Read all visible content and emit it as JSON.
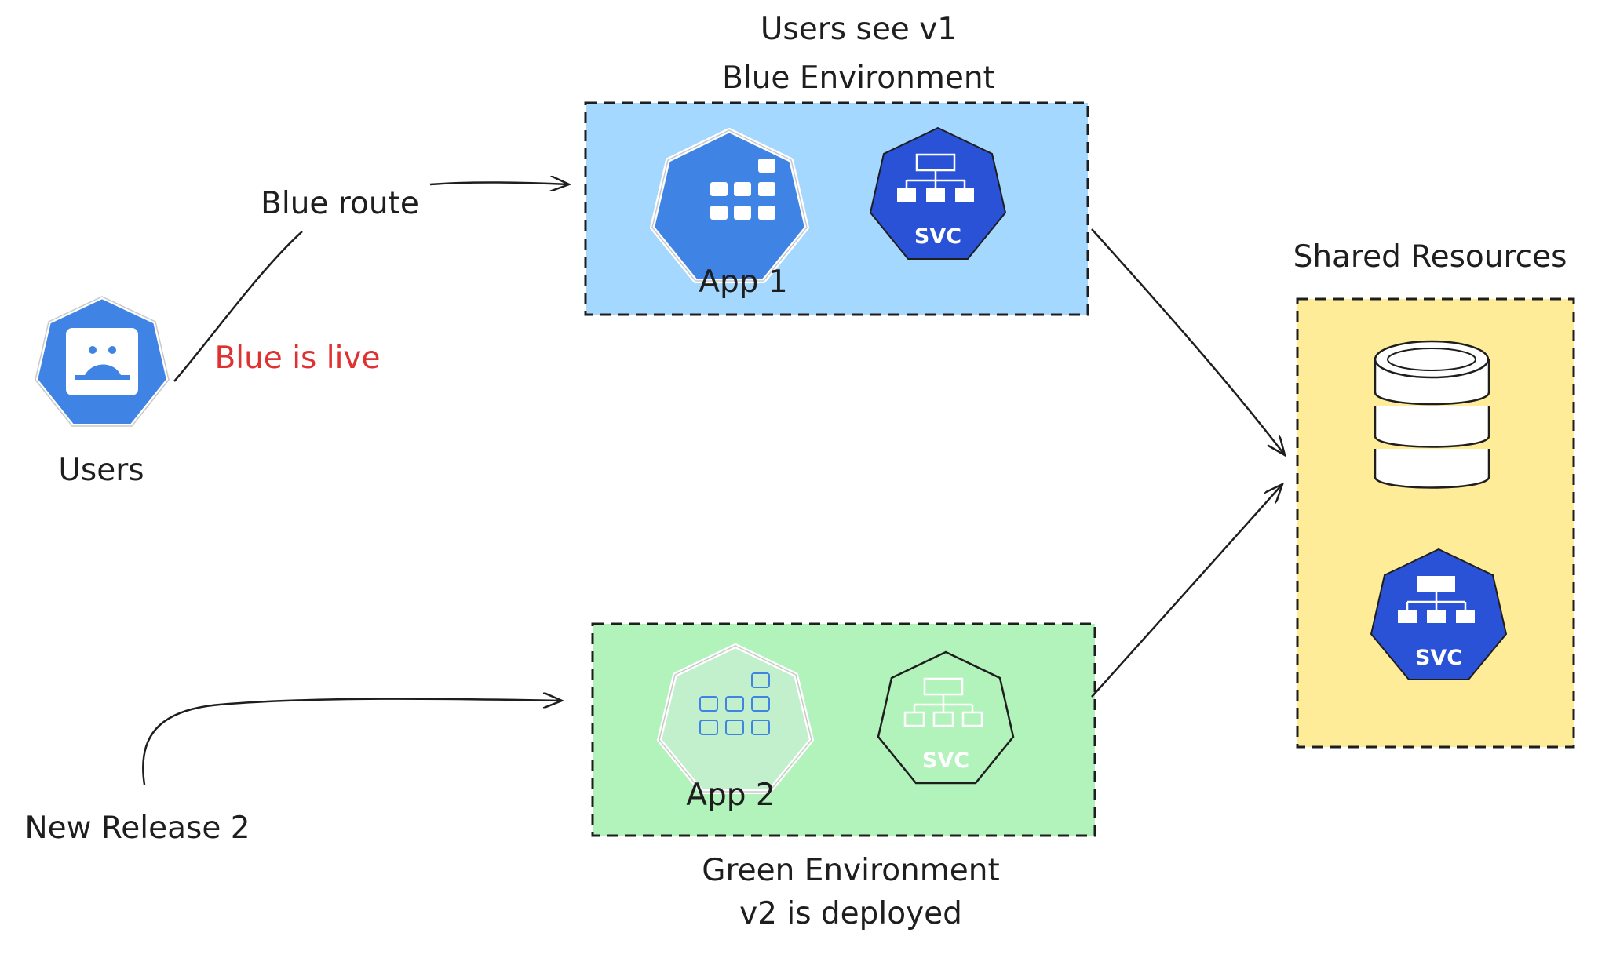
{
  "labels": {
    "users_see": "Users see v1",
    "blue_env": "Blue Environment",
    "blue_route": "Blue route",
    "blue_live": "Blue is live",
    "users": "Users",
    "app1": "App 1",
    "shared": "Shared Resources",
    "app2": "App 2",
    "new_release": "New Release 2",
    "green_env": "Green Environment",
    "v2_deployed": "v2 is deployed",
    "svc": "SVC"
  },
  "colors": {
    "blue_env_fill": "#a5d8ff",
    "green_env_fill": "#b2f2bb",
    "shared_fill": "#ffec99",
    "k8s_blue": "#3f84e5",
    "k8s_dark_blue": "#2a52d6",
    "green_icon_fill": "#c3f0cc",
    "stroke": "#1e1e1e",
    "live_text": "#e03131"
  },
  "icons": [
    "user-icon",
    "deployment-icon",
    "service-icon",
    "database-icon"
  ]
}
